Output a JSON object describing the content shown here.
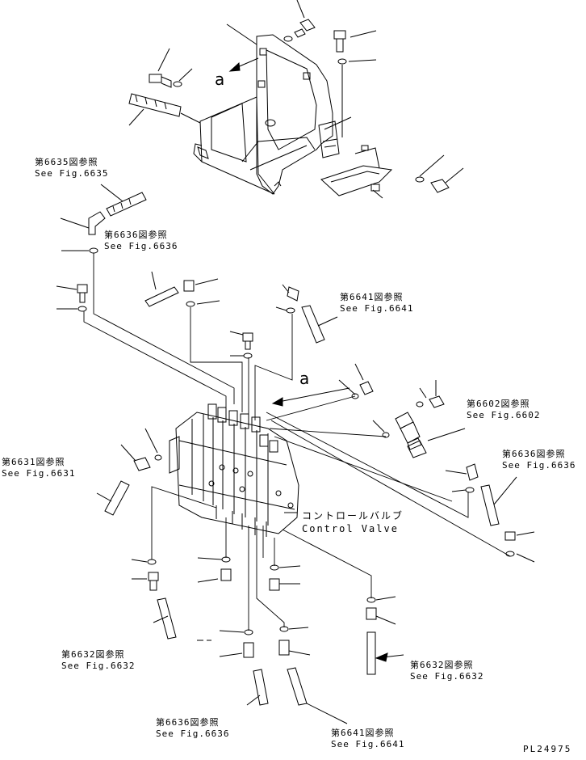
{
  "references": [
    {
      "id": "ref-6635",
      "jp": "第6635図参照",
      "en": "See Fig.6635"
    },
    {
      "id": "ref-6636-top",
      "jp": "第6636図参照",
      "en": "See Fig.6636"
    },
    {
      "id": "ref-6641-top",
      "jp": "第6641図参照",
      "en": "See Fig.6641"
    },
    {
      "id": "ref-6602",
      "jp": "第6602図参照",
      "en": "See Fig.6602"
    },
    {
      "id": "ref-6636-right",
      "jp": "第6636図参照",
      "en": "See Fig.6636"
    },
    {
      "id": "ref-6631",
      "jp": "第6631図参照",
      "en": "See Fig.6631"
    },
    {
      "id": "ref-6632-left",
      "jp": "第6632図参照",
      "en": "See Fig.6632"
    },
    {
      "id": "ref-6632-right",
      "jp": "第6632図参照",
      "en": "See Fig.6632"
    },
    {
      "id": "ref-6636-bottom",
      "jp": "第6636図参照",
      "en": "See Fig.6636"
    },
    {
      "id": "ref-6641-bottom",
      "jp": "第6641図参照",
      "en": "See Fig.6641"
    }
  ],
  "marker_top": "a",
  "marker_mid": "a",
  "component": {
    "jp": "コントロールバルブ",
    "en": "Control Valve"
  },
  "drawing_code": "PL24975"
}
